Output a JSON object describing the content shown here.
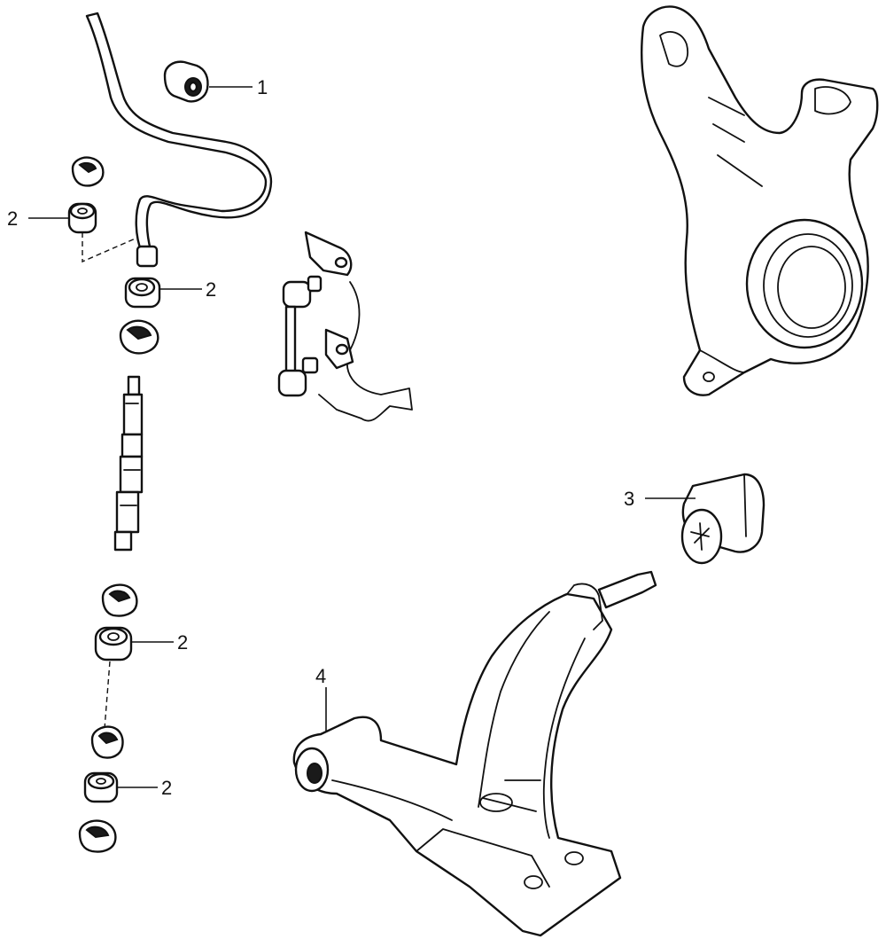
{
  "callouts": {
    "c1": "1",
    "c2a": "2",
    "c2b": "2",
    "c2c": "2",
    "c2d": "2",
    "c3": "3",
    "c4": "4"
  },
  "colors": {
    "line": "#111111",
    "background": "#ffffff"
  }
}
